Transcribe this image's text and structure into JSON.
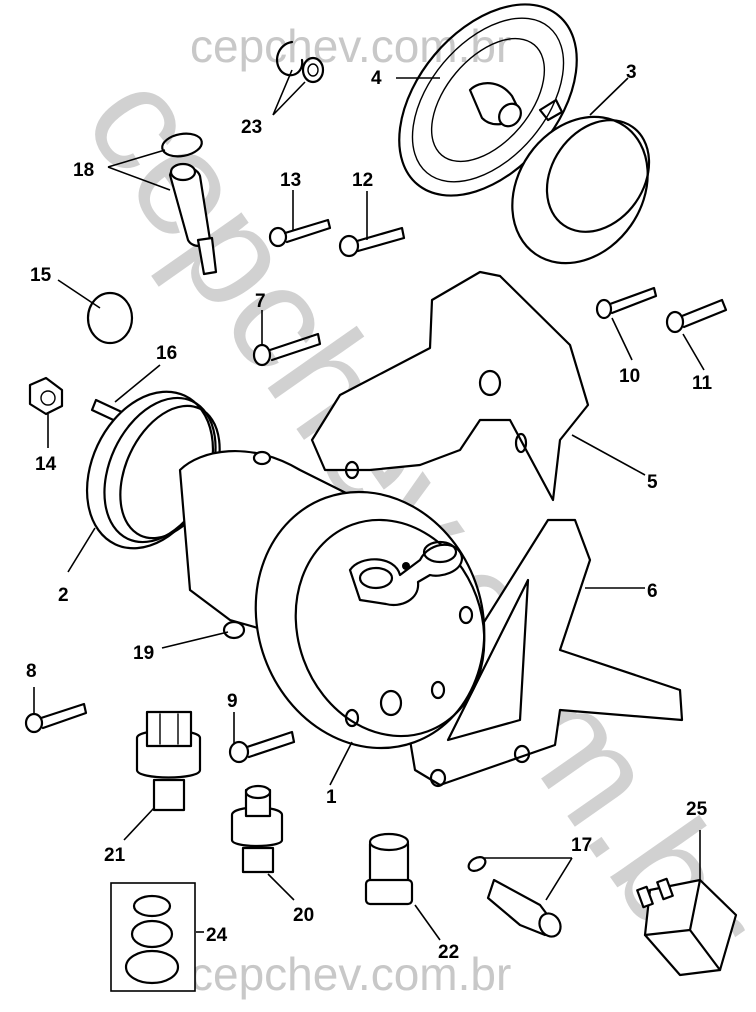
{
  "diagram": {
    "subject": "A/C compressor and mounting bracket exploded parts view",
    "watermark": {
      "top_text": "cepchev.com.br",
      "bottom_text": "cepchev.com.br",
      "diagonal_text": "cepchev.com.br",
      "color": "#c8c8c8"
    },
    "callouts": [
      {
        "id": "1",
        "label": "1",
        "part": "compressor"
      },
      {
        "id": "2",
        "label": "2",
        "part": "pulley"
      },
      {
        "id": "3",
        "label": "3",
        "part": "clutch coil"
      },
      {
        "id": "4",
        "label": "4",
        "part": "clutch hub plate"
      },
      {
        "id": "5",
        "label": "5",
        "part": "compressor mounting bracket"
      },
      {
        "id": "6",
        "label": "6",
        "part": "brace"
      },
      {
        "id": "7",
        "label": "7",
        "part": "bolt"
      },
      {
        "id": "8",
        "label": "8",
        "part": "bolt"
      },
      {
        "id": "9",
        "label": "9",
        "part": "bolt"
      },
      {
        "id": "10",
        "label": "10",
        "part": "bolt"
      },
      {
        "id": "11",
        "label": "11",
        "part": "bolt"
      },
      {
        "id": "12",
        "label": "12",
        "part": "bolt"
      },
      {
        "id": "13",
        "label": "13",
        "part": "bolt"
      },
      {
        "id": "14",
        "label": "14",
        "part": "nut"
      },
      {
        "id": "15",
        "label": "15",
        "part": "snap ring"
      },
      {
        "id": "16",
        "label": "16",
        "part": "key"
      },
      {
        "id": "17",
        "label": "17",
        "part": "switch with o-ring"
      },
      {
        "id": "18",
        "label": "18",
        "part": "valve with retaining ring"
      },
      {
        "id": "19",
        "label": "19",
        "part": "fitting"
      },
      {
        "id": "20",
        "label": "20",
        "part": "pressure switch"
      },
      {
        "id": "21",
        "label": "21",
        "part": "pressure switch with connector"
      },
      {
        "id": "22",
        "label": "22",
        "part": "fitting nut"
      },
      {
        "id": "23",
        "label": "23",
        "part": "retaining ring and seal"
      },
      {
        "id": "24",
        "label": "24",
        "part": "o-ring kit"
      },
      {
        "id": "25",
        "label": "25",
        "part": "relay"
      }
    ]
  }
}
